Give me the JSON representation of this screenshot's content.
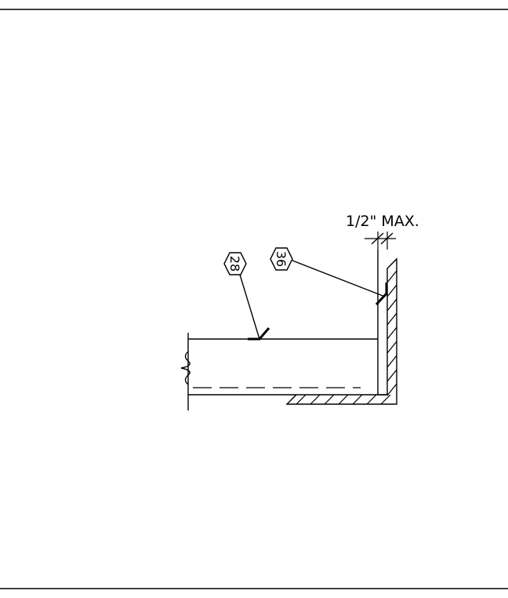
{
  "annotations": {
    "dimension_label": "1/2\" MAX."
  },
  "callouts": [
    {
      "number": "28"
    },
    {
      "number": "36"
    }
  ]
}
